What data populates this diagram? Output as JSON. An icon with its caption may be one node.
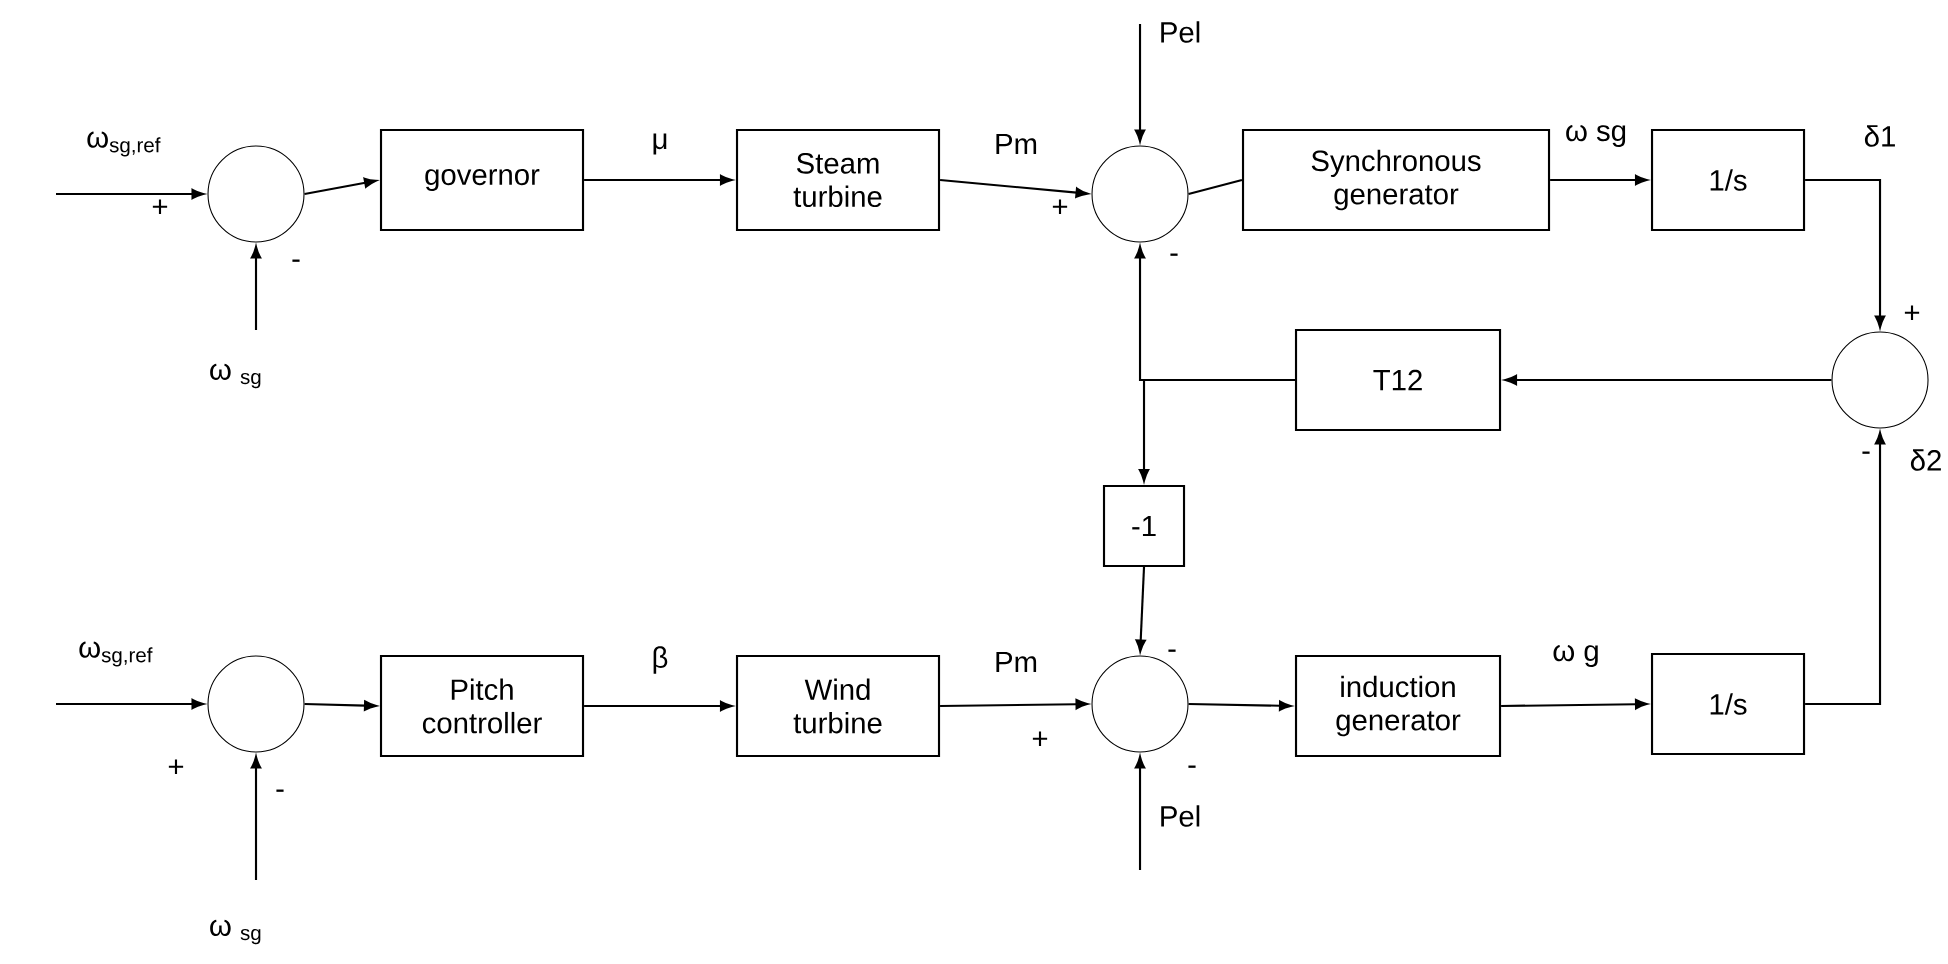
{
  "diagram": {
    "nodes": [
      {
        "text": [],
        "shape": "circle"
      },
      {
        "text": [
          "governor"
        ]
      },
      {
        "text": [
          "Steam turbine"
        ]
      },
      {
        "text": [],
        "shape": "circle"
      },
      {
        "text": [
          "Synchronous generator"
        ]
      },
      {
        "text": [
          "1/s"
        ]
      },
      {
        "text": [],
        "shape": "circle"
      },
      {
        "text": [
          "T12"
        ]
      },
      {
        "text": [
          "-1"
        ]
      },
      {
        "text": [],
        "shape": "circle"
      },
      {
        "text": [
          "Pitch controller"
        ]
      },
      {
        "text": [
          "Wind turbine"
        ]
      },
      {
        "text": [],
        "shape": "circle"
      },
      {
        "text": [
          "induction generator"
        ]
      },
      {
        "text": [
          "1/s"
        ]
      }
    ],
    "edges": [
      {
        "from": null,
        "to": 0,
        "arrow": "to",
        "label": "ω$_{sg,ref}$"
      },
      {
        "from": null,
        "to": 0,
        "arrow": "to",
        "label": "ω $_{sg}$"
      },
      {
        "from": 0,
        "to": 1,
        "arrow": "to"
      },
      {
        "from": 1,
        "to": 2,
        "arrow": "to",
        "label": "μ"
      },
      {
        "from": 2,
        "to": 3,
        "arrow": "to",
        "label": "Pm"
      },
      {
        "from": null,
        "to": 3,
        "arrow": "to",
        "label": "Pel"
      },
      {
        "from": 3,
        "to": 4,
        "arrow": "none"
      },
      {
        "from": 4,
        "to": 5,
        "arrow": "to",
        "label": "ω sg"
      },
      {
        "from": 5,
        "to": 6,
        "arrow": "to",
        "label": "δ1"
      },
      {
        "from": 6,
        "to": 7,
        "arrow": "to"
      },
      {
        "from": 7,
        "to": 3,
        "arrow": "to"
      },
      {
        "from": 7,
        "to": 8,
        "arrow": "to"
      },
      {
        "from": null,
        "to": 9,
        "arrow": "to",
        "label": "ω$_{sg,ref}$"
      },
      {
        "from": null,
        "to": 9,
        "arrow": "to",
        "label": "ω $_{sg}$"
      },
      {
        "from": 9,
        "to": 10,
        "arrow": "to"
      },
      {
        "from": 10,
        "to": 11,
        "arrow": "to",
        "label": "β"
      },
      {
        "from": 11,
        "to": 12,
        "arrow": "to",
        "label": "Pm"
      },
      {
        "from": 8,
        "to": 12,
        "arrow": "to"
      },
      {
        "from": null,
        "to": 12,
        "arrow": "to",
        "label": "Pel"
      },
      {
        "from": 12,
        "to": 13,
        "arrow": "to"
      },
      {
        "from": 13,
        "to": 14,
        "arrow": "to",
        "label": "ω g"
      },
      {
        "from": 14,
        "to": 6,
        "arrow": "to",
        "label": "δ2"
      }
    ],
    "labels": [
      "+",
      "+",
      "-",
      "-",
      "+",
      "-",
      "-",
      "+",
      "+",
      "-",
      "-"
    ]
  }
}
